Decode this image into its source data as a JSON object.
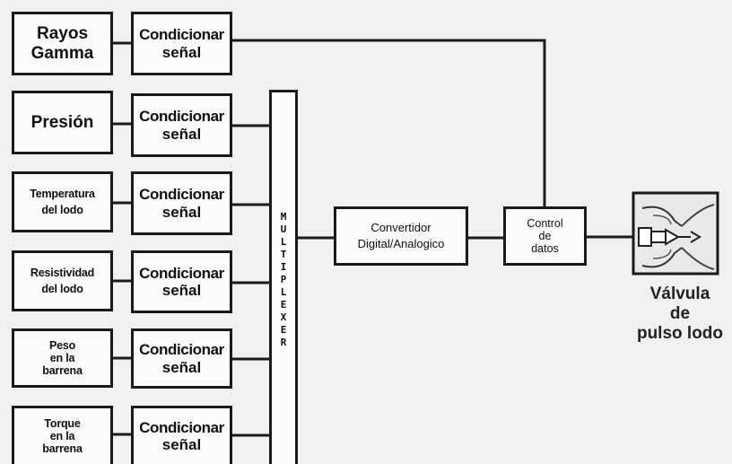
{
  "sensors": [
    {
      "line1": "Rayos",
      "line2": "Gamma",
      "line3": ""
    },
    {
      "line1": "Presión",
      "line2": "",
      "line3": ""
    },
    {
      "line1": "Temperatura",
      "line2": "del lodo",
      "line3": ""
    },
    {
      "line1": "Resistividad",
      "line2": "del lodo",
      "line3": ""
    },
    {
      "line1": "Peso",
      "line2": "en la",
      "line3": "barrena"
    },
    {
      "line1": "Torque",
      "line2": "en la",
      "line3": "barrena"
    }
  ],
  "conditioner": {
    "line1": "Condicionar",
    "line2": "señal"
  },
  "multiplexer": {
    "label": "MULTIPLEXER"
  },
  "converter": {
    "line1": "Convertidor",
    "line2": "Digital/Analogico"
  },
  "data_control": {
    "line1": "Control",
    "line2": "de",
    "line3": "datos"
  },
  "valve": {
    "line1": "Válvula",
    "line2": "de",
    "line3": "pulso lodo"
  }
}
